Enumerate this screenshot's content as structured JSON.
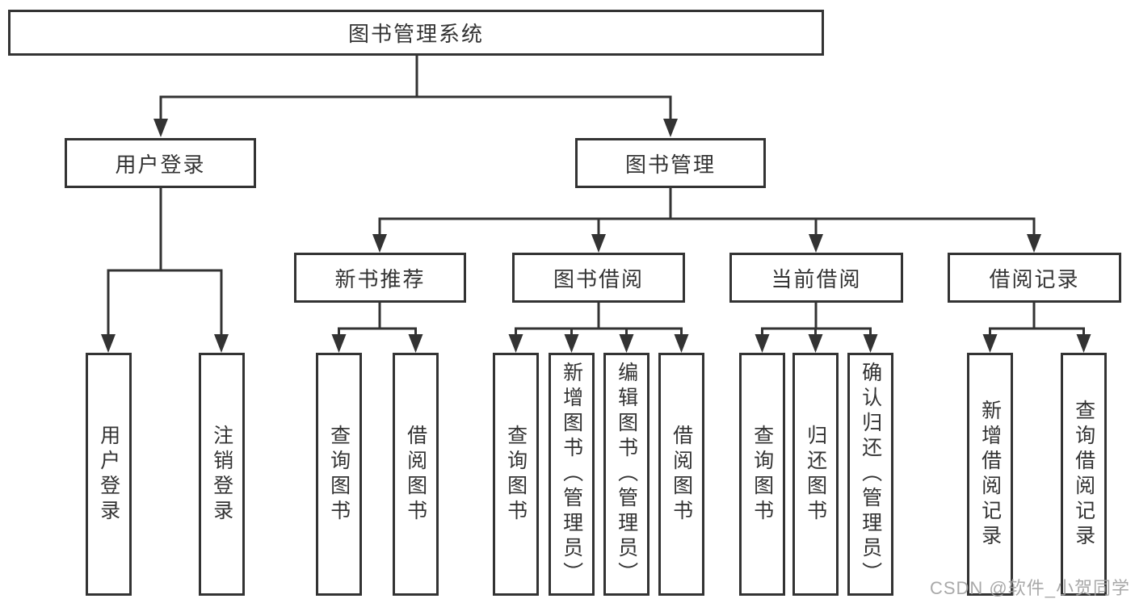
{
  "diagram_title": "图书管理系统",
  "tree": {
    "label": "图书管理系统",
    "children": [
      {
        "label": "用户登录",
        "children": [
          {
            "label": "用户登录"
          },
          {
            "label": "注销登录"
          }
        ]
      },
      {
        "label": "图书管理",
        "children": [
          {
            "label": "新书推荐",
            "children": [
              {
                "label": "查询图书"
              },
              {
                "label": "借阅图书"
              }
            ]
          },
          {
            "label": "图书借阅",
            "children": [
              {
                "label": "查询图书"
              },
              {
                "label": "新增图书（管理员）"
              },
              {
                "label": "编辑图书（管理员）"
              },
              {
                "label": "借阅图书"
              }
            ]
          },
          {
            "label": "当前借阅",
            "children": [
              {
                "label": "查询图书"
              },
              {
                "label": "归还图书"
              },
              {
                "label": "确认归还（管理员）"
              }
            ]
          },
          {
            "label": "借阅记录",
            "children": [
              {
                "label": "新增借阅记录"
              },
              {
                "label": "查询借阅记录"
              }
            ]
          }
        ]
      }
    ]
  },
  "watermark": {
    "text": "CSDN @软件_小贺同学"
  },
  "colors": {
    "line": "#333333",
    "text": "#333333",
    "background": "#ffffff"
  }
}
